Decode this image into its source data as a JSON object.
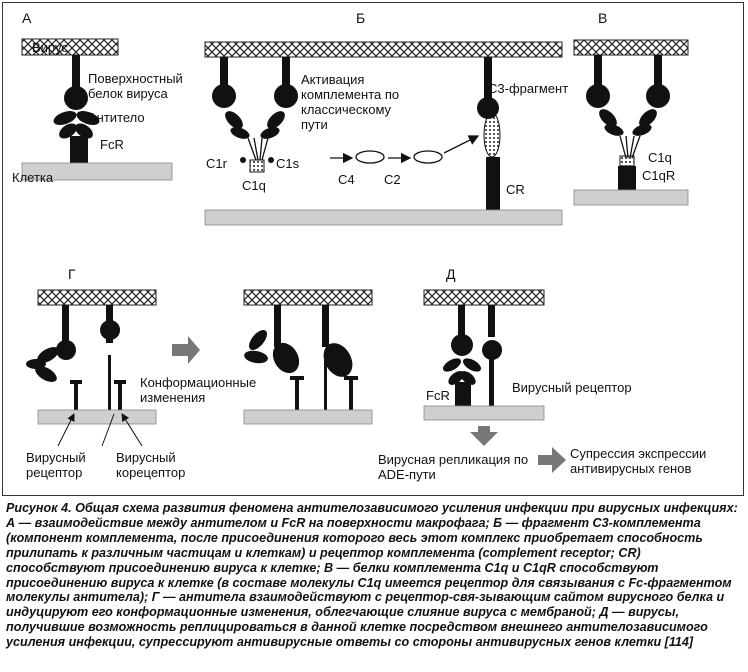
{
  "panels": {
    "a": "А",
    "b": "Б",
    "v": "В",
    "g": "Г",
    "d": "Д"
  },
  "labels": {
    "virus": "Вирус",
    "surface_protein": "Поверхностный белок вируса",
    "antibody": "Антитело",
    "fcr_a": "FcR",
    "cell": "Клетка",
    "complement_activation": "Активация комплемента по классическому пути",
    "c3_fragment": "С3-фрагмент",
    "c1r": "C1r",
    "c1s": "C1s",
    "c1q_b": "C1q",
    "c4": "С4",
    "c2": "С2",
    "cr": "CR",
    "c1q_v": "C1q",
    "c1qr": "C1qR",
    "conformational": "Конформационные изменения",
    "viral_receptor_g": "Вирусный рецептор",
    "viral_coreceptor": "Вирусный корецептор",
    "fcr_d": "FcR",
    "viral_receptor_d": "Вирусный рецептор",
    "ade_replication": "Вирусная репликация по ADE-пути",
    "suppression": "Супрессия экспрессии антивирусных генов"
  },
  "caption": "Рисунок 4. Общая схема развития феномена антителозависимого усиления инфекции при вирусных инфекциях: А — взаимодействие между антителом и FcR на поверхности макрофага; Б — фрагмент С3-комплемента (компонент комплемента, после присоединения которого весь этот комплекс приобретает способность прилипать к различным частицам и клеткам) и рецептор комплемента (complement receptor; CR) способствуют присоединению вируса к клетке; В — белки комплемента C1q и C1qR способствуют присоединению вируса к клетке (в составе молекулы C1q имеется рецептор для связывания с Fc-фрагментом молекулы антитела); Г — антитела взаимодействуют с рецептор-свя-зывающим сайтом вирусного белка и индуцируют его конформационные изменения, облегчающие слияние вируса с мембраной; Д — вирусы, получившие возможность реплицироваться в данной клетке посредством внешнего антителозависимого усиления инфекции, супрессируют антивирусные ответы со стороны антивирусных генов клетки [114]"
}
